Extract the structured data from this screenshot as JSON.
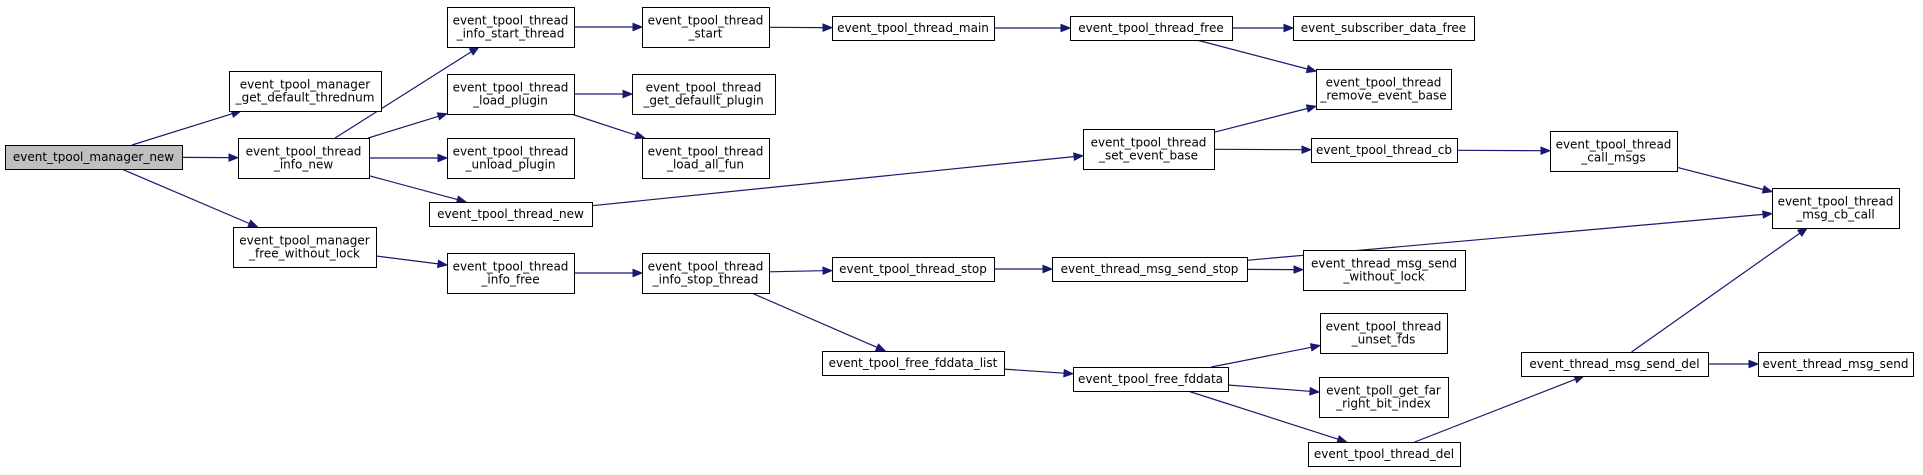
{
  "colors": {
    "edge": "#191970",
    "root_fill": "#bfbfbf",
    "node_fill": "#ffffff",
    "border": "#000000"
  },
  "nodes": [
    {
      "id": "n_root",
      "lines": [
        "event_tpool_manager_new"
      ],
      "root": true
    },
    {
      "id": "n_gdt",
      "lines": [
        "event_tpool_manager",
        "_get_default_thrednum"
      ]
    },
    {
      "id": "n_tin",
      "lines": [
        "event_tpool_thread",
        "_info_new"
      ]
    },
    {
      "id": "n_mfwl",
      "lines": [
        "event_tpool_manager",
        "_free_without_lock"
      ]
    },
    {
      "id": "n_tist",
      "lines": [
        "event_tpool_thread",
        "_info_start_thread"
      ]
    },
    {
      "id": "n_tlp",
      "lines": [
        "event_tpool_thread",
        "_load_plugin"
      ]
    },
    {
      "id": "n_tup",
      "lines": [
        "event_tpool_thread",
        "_unload_plugin"
      ]
    },
    {
      "id": "n_tnew",
      "lines": [
        "event_tpool_thread_new"
      ]
    },
    {
      "id": "n_tif",
      "lines": [
        "event_tpool_thread",
        "_info_free"
      ]
    },
    {
      "id": "n_ts",
      "lines": [
        "event_tpool_thread",
        "_start"
      ]
    },
    {
      "id": "n_tgdp",
      "lines": [
        "event_tpool_thread",
        "_get_defaullt_plugin"
      ]
    },
    {
      "id": "n_tlaf",
      "lines": [
        "event_tpool_thread",
        "_load_all_fun"
      ]
    },
    {
      "id": "n_tistop",
      "lines": [
        "event_tpool_thread",
        "_info_stop_thread"
      ]
    },
    {
      "id": "n_tmain",
      "lines": [
        "event_tpool_thread_main"
      ]
    },
    {
      "id": "n_tstop",
      "lines": [
        "event_tpool_thread_stop"
      ]
    },
    {
      "id": "n_ffl",
      "lines": [
        "event_tpool_free_fddata_list"
      ]
    },
    {
      "id": "n_tfree",
      "lines": [
        "event_tpool_thread_free"
      ]
    },
    {
      "id": "n_tseb",
      "lines": [
        "event_tpool_thread",
        "_set_event_base"
      ]
    },
    {
      "id": "n_mss",
      "lines": [
        "event_thread_msg_send_stop"
      ]
    },
    {
      "id": "n_ffd",
      "lines": [
        "event_tpool_free_fddata"
      ]
    },
    {
      "id": "n_sdf",
      "lines": [
        "event_subscriber_data_free"
      ]
    },
    {
      "id": "n_treb",
      "lines": [
        "event_tpool_thread",
        "_remove_event_base"
      ]
    },
    {
      "id": "n_tcb",
      "lines": [
        "event_tpool_thread_cb"
      ]
    },
    {
      "id": "n_msswl",
      "lines": [
        "event_thread_msg_send",
        "_without_lock"
      ]
    },
    {
      "id": "n_tuf",
      "lines": [
        "event_tpool_thread",
        "_unset_fds"
      ]
    },
    {
      "id": "n_gfrb",
      "lines": [
        "event_tpoll_get_far",
        "_right_bit_index"
      ]
    },
    {
      "id": "n_tdel",
      "lines": [
        "event_tpool_thread_del"
      ]
    },
    {
      "id": "n_tcm",
      "lines": [
        "event_tpool_thread",
        "_call_msgs"
      ]
    },
    {
      "id": "n_msd",
      "lines": [
        "event_thread_msg_send_del"
      ]
    },
    {
      "id": "n_tmcc",
      "lines": [
        "event_tpool_thread",
        "_msg_cb_call"
      ]
    },
    {
      "id": "n_msend",
      "lines": [
        "event_thread_msg_send"
      ]
    }
  ],
  "edges": [
    [
      "n_root",
      "n_gdt"
    ],
    [
      "n_root",
      "n_tin"
    ],
    [
      "n_root",
      "n_mfwl"
    ],
    [
      "n_tin",
      "n_tist"
    ],
    [
      "n_tin",
      "n_tlp"
    ],
    [
      "n_tin",
      "n_tup"
    ],
    [
      "n_tin",
      "n_tnew"
    ],
    [
      "n_tist",
      "n_ts"
    ],
    [
      "n_ts",
      "n_tmain"
    ],
    [
      "n_tmain",
      "n_tfree"
    ],
    [
      "n_tfree",
      "n_sdf"
    ],
    [
      "n_tfree",
      "n_treb"
    ],
    [
      "n_tlp",
      "n_tgdp"
    ],
    [
      "n_tlp",
      "n_tlaf"
    ],
    [
      "n_tnew",
      "n_tseb"
    ],
    [
      "n_tseb",
      "n_treb"
    ],
    [
      "n_tseb",
      "n_tcb"
    ],
    [
      "n_tcb",
      "n_tcm"
    ],
    [
      "n_tcm",
      "n_tmcc"
    ],
    [
      "n_mfwl",
      "n_tif"
    ],
    [
      "n_tif",
      "n_tistop"
    ],
    [
      "n_tistop",
      "n_tstop"
    ],
    [
      "n_tistop",
      "n_ffl"
    ],
    [
      "n_tstop",
      "n_mss"
    ],
    [
      "n_mss",
      "n_tmcc"
    ],
    [
      "n_mss",
      "n_msswl"
    ],
    [
      "n_ffl",
      "n_ffd"
    ],
    [
      "n_ffd",
      "n_tuf"
    ],
    [
      "n_ffd",
      "n_gfrb"
    ],
    [
      "n_ffd",
      "n_tdel"
    ],
    [
      "n_tdel",
      "n_msd"
    ],
    [
      "n_msd",
      "n_tmcc"
    ],
    [
      "n_msd",
      "n_msend"
    ]
  ]
}
